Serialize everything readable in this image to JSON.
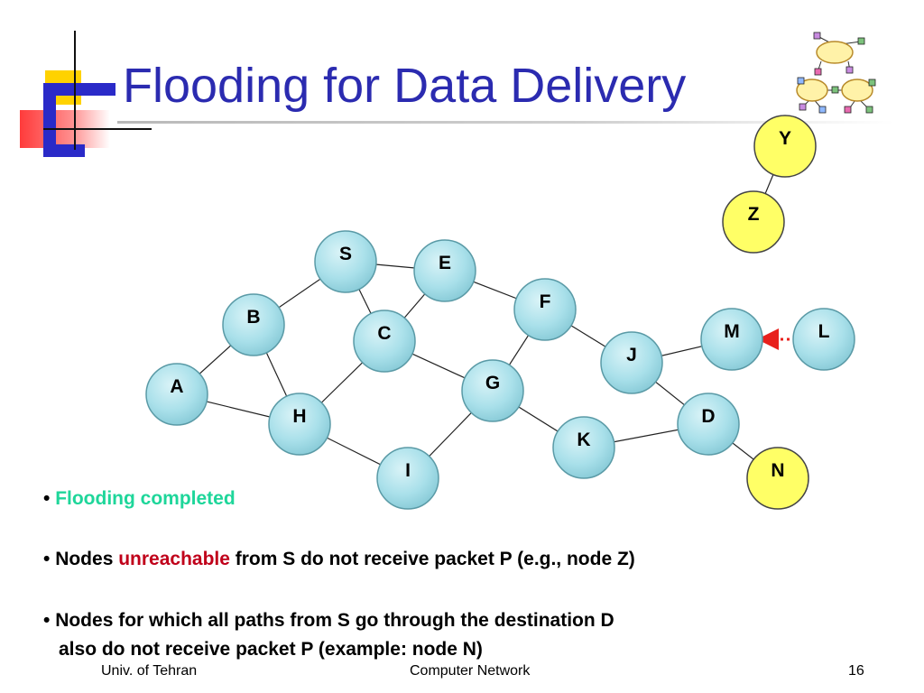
{
  "slide": {
    "title": "Flooding for Data Delivery"
  },
  "nodes": [
    {
      "id": "S",
      "kind": "flooded"
    },
    {
      "id": "E",
      "kind": "flooded"
    },
    {
      "id": "F",
      "kind": "flooded"
    },
    {
      "id": "B",
      "kind": "flooded"
    },
    {
      "id": "C",
      "kind": "flooded"
    },
    {
      "id": "M",
      "kind": "flooded"
    },
    {
      "id": "L",
      "kind": "flooded"
    },
    {
      "id": "J",
      "kind": "flooded"
    },
    {
      "id": "A",
      "kind": "flooded"
    },
    {
      "id": "G",
      "kind": "flooded"
    },
    {
      "id": "H",
      "kind": "flooded"
    },
    {
      "id": "D",
      "kind": "flooded"
    },
    {
      "id": "K",
      "kind": "flooded"
    },
    {
      "id": "I",
      "kind": "flooded"
    },
    {
      "id": "N",
      "kind": "unreached"
    },
    {
      "id": "Y",
      "kind": "unreached"
    },
    {
      "id": "Z",
      "kind": "unreached"
    }
  ],
  "edges": [
    [
      "S",
      "E"
    ],
    [
      "S",
      "B"
    ],
    [
      "S",
      "C"
    ],
    [
      "E",
      "C"
    ],
    [
      "E",
      "F"
    ],
    [
      "B",
      "A"
    ],
    [
      "B",
      "H"
    ],
    [
      "C",
      "H"
    ],
    [
      "C",
      "G"
    ],
    [
      "A",
      "H"
    ],
    [
      "H",
      "I"
    ],
    [
      "I",
      "G"
    ],
    [
      "G",
      "F"
    ],
    [
      "G",
      "K"
    ],
    [
      "F",
      "J"
    ],
    [
      "J",
      "M"
    ],
    [
      "J",
      "D"
    ],
    [
      "K",
      "D"
    ],
    [
      "D",
      "N"
    ],
    [
      "Y",
      "Z"
    ]
  ],
  "transmissions": [
    {
      "from": "L",
      "to": "M"
    }
  ],
  "colors": {
    "node_fill": "#a9e0ea",
    "node_stroke": "#5a9aa6",
    "unreached_fill": "#ffff66",
    "unreached_stroke": "#444444",
    "edge": "#222222",
    "arrow": "#e8201c",
    "title": "#2b2bb0",
    "highlight_green": "#1ed69a",
    "highlight_red": "#c0001a"
  },
  "bullets": {
    "b1": "Flooding completed",
    "b2_prefix": "Nodes ",
    "b2_highlight": "unreachable",
    "b2_suffix": " from S do not receive packet P (e.g., node Z)",
    "b3_line1": "Nodes for which all paths from S go through the destination D",
    "b3_line2": "also do not receive packet P (example: node N)"
  },
  "footer": {
    "left": "Univ. of Tehran",
    "center": "Computer Network",
    "page": "16"
  }
}
